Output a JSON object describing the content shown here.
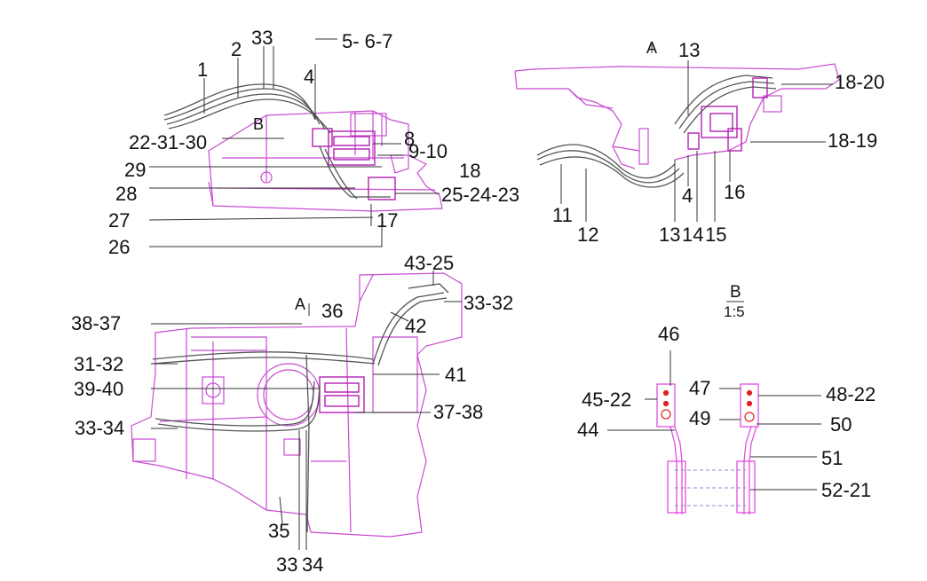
{
  "colors": {
    "outline": "#c84bd2",
    "hose": "#555555",
    "leader": "#333333",
    "valve": "#b31fb3",
    "bracket": "#e040e0",
    "highlight_red": "#e02020"
  },
  "labels": {
    "top_left": {
      "n1": "1",
      "n2": "2",
      "n33a": "33",
      "n56_7": "5- 6-7",
      "n4": "4",
      "nB": "B",
      "n22_31_30": "22-31-30",
      "n8": "8",
      "n9_10": "9-10",
      "n29": "29",
      "n18": "18",
      "n28": "28",
      "n25_24_23": "25-24-23",
      "n27": "27",
      "n17": "17",
      "n26": "26"
    },
    "top_right": {
      "nA": "A",
      "n13": "13",
      "n18_20": "18-20",
      "n18_19": "18-19",
      "n11": "11",
      "n12": "12",
      "n4": "4",
      "n16": "16",
      "n13b": "13",
      "n14": "14",
      "n15": "15"
    },
    "bottom_left": {
      "n43_25": "43-25",
      "n33_32": "33-32",
      "nA": "A",
      "n36": "36",
      "n38_37": "38-37",
      "n42": "42",
      "n31_32": "31-32",
      "n41": "41",
      "n39_40": "39-40",
      "n37_38": "37-38",
      "n33_34": "33-34",
      "n35": "35",
      "n33": "33",
      "n34": "34"
    },
    "detail_b": {
      "title": "B",
      "scale": "1:5",
      "n46": "46",
      "n45_22": "45-22",
      "n47": "47",
      "n48_22": "48-22",
      "n49": "49",
      "n50": "50",
      "n44": "44",
      "n51": "51",
      "n52_21": "52-21"
    }
  }
}
